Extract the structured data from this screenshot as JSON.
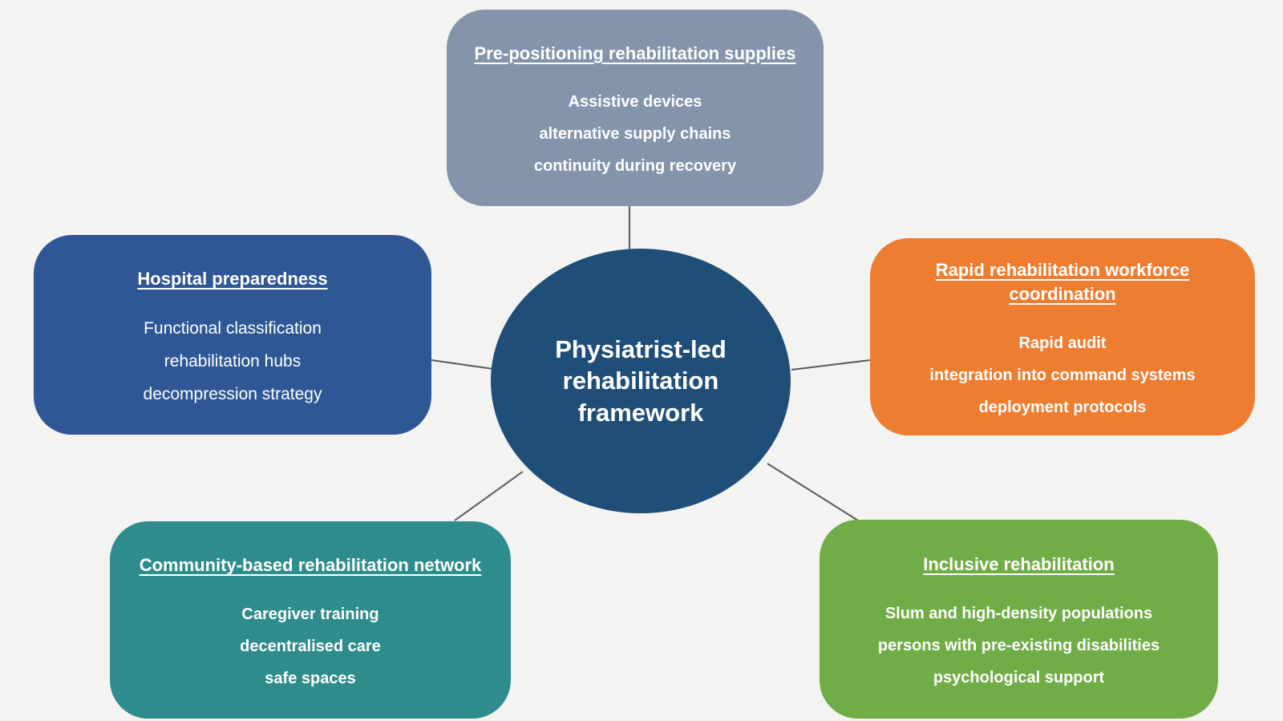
{
  "diagram": {
    "background_color": "#f3f3f2",
    "connector_color": "#595959",
    "center": {
      "label": "Physiatrist-led\nrehabilitation\nframework",
      "color": "#1f4e78"
    },
    "boxes": [
      {
        "id": "pre-positioning-rehabilitation-supplies",
        "title": "Pre-positioning rehabilitation supplies",
        "items": [
          "Assistive devices",
          "alternative supply chains",
          "continuity during recovery"
        ],
        "color": "#8394ab"
      },
      {
        "id": "hospital-preparedness",
        "title": "Hospital preparedness",
        "items": [
          "Functional classification",
          "rehabilitation hubs",
          "decompression strategy"
        ],
        "color": "#2f5795"
      },
      {
        "id": "rapid-rehabilitation-workforce-coordination",
        "title": "Rapid rehabilitation workforce coordination",
        "items": [
          "Rapid audit",
          "integration into command systems",
          "deployment protocols"
        ],
        "color": "#ed7d31"
      },
      {
        "id": "community-based-rehabilitation-network",
        "title": "Community-based rehabilitation network",
        "items": [
          "Caregiver training",
          "decentralised care",
          "safe spaces"
        ],
        "color": "#2e8c8d"
      },
      {
        "id": "inclusive-rehabilitation",
        "title": "Inclusive rehabilitation",
        "items": [
          "Slum and high-density populations",
          "persons with pre-existing disabilities",
          "psychological support"
        ],
        "color": "#70ad47"
      }
    ]
  }
}
